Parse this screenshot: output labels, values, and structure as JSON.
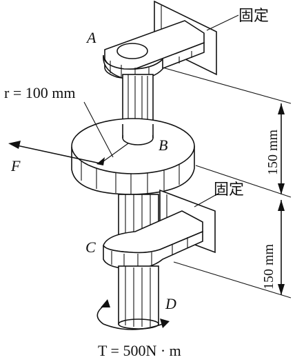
{
  "labels": {
    "point_a": "A",
    "point_b": "B",
    "point_c": "C",
    "point_d": "D",
    "force": "F",
    "radius": "r = 100 mm",
    "fixed_top": "固定",
    "fixed_mid": "固定",
    "dim_upper": "150 mm",
    "dim_lower": "150 mm",
    "torque": "T = 500N · m"
  }
}
